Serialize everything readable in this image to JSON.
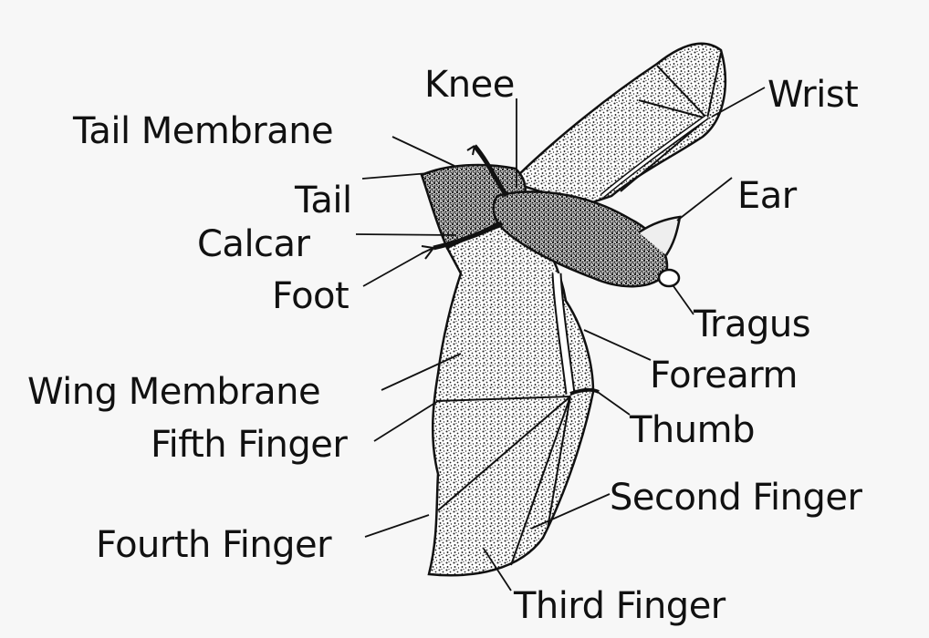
{
  "labels": {
    "knee": "Knee",
    "wrist": "Wrist",
    "tail_membrane": "Tail Membrane",
    "tail": "Tail",
    "ear": "Ear",
    "calcar": "Calcar",
    "foot": "Foot",
    "tragus": "Tragus",
    "forearm": "Forearm",
    "wing_membrane": "Wing Membrane",
    "thumb": "Thumb",
    "fifth_finger": "Fifth Finger",
    "second_finger": "Second Finger",
    "fourth_finger": "Fourth Finger",
    "third_finger": "Third Finger"
  }
}
